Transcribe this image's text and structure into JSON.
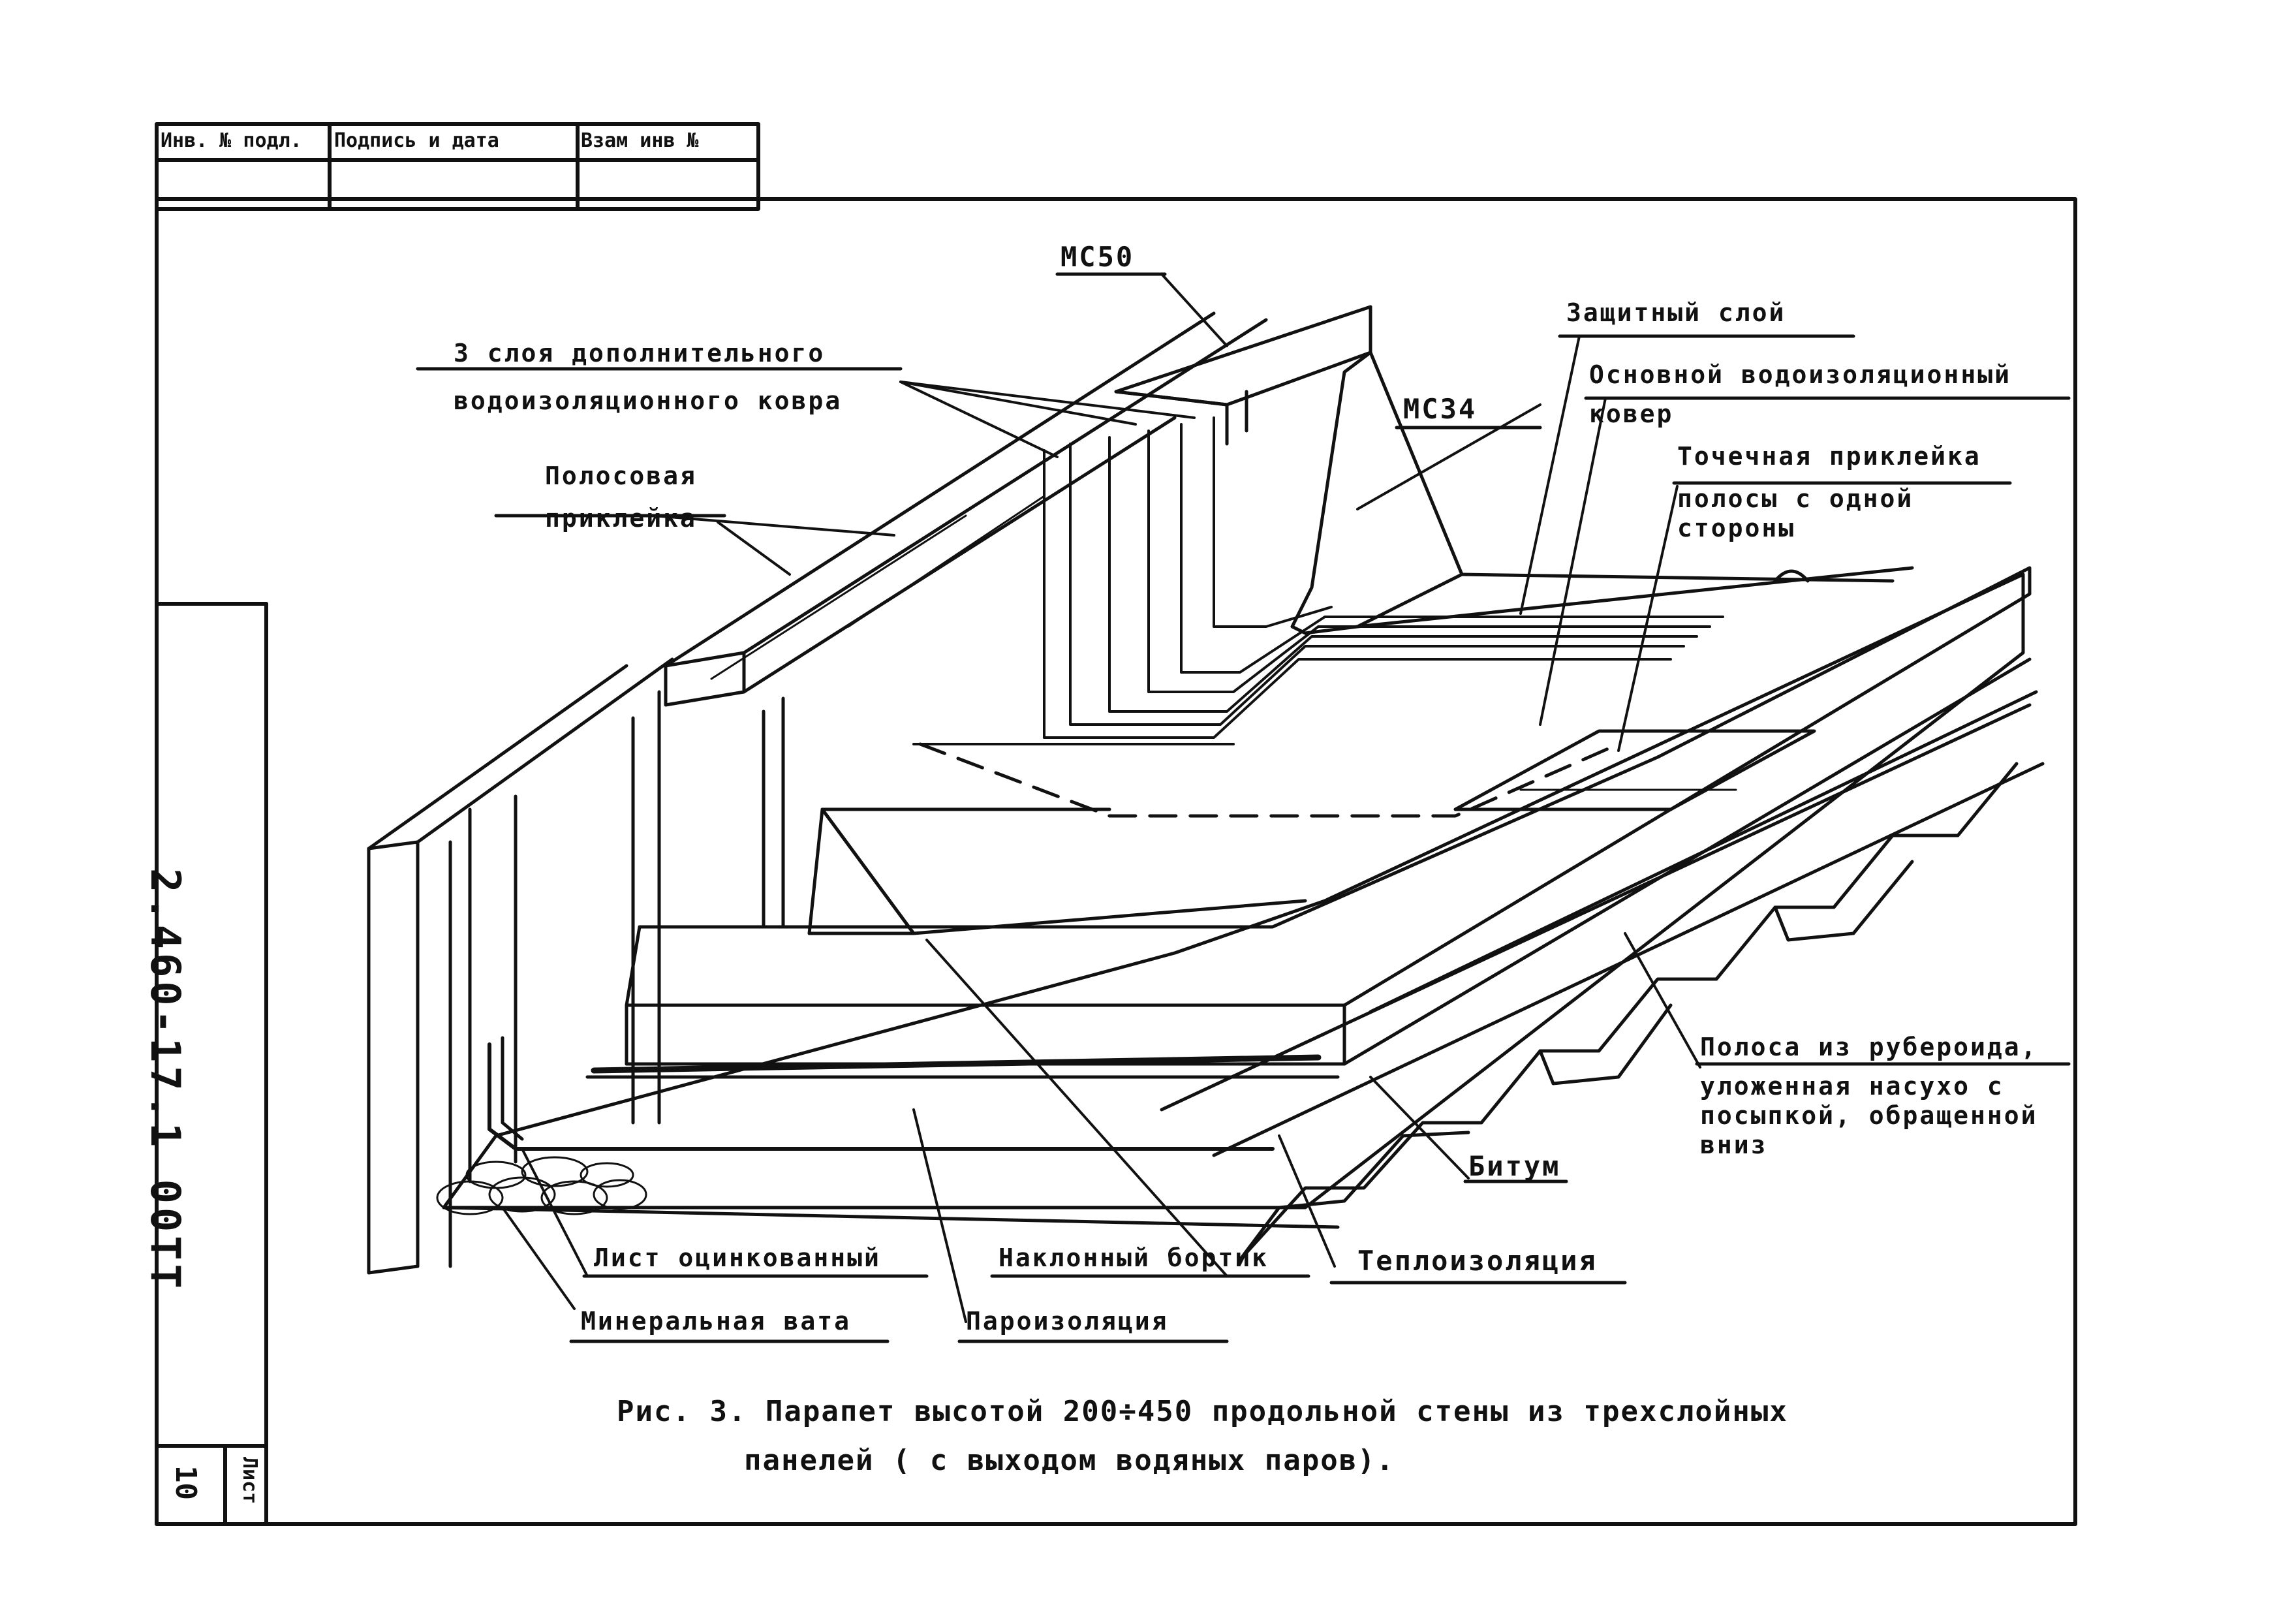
{
  "stamp": {
    "col1": "Инв. № подл.",
    "col2": "Подпись и дата",
    "col3": "Взам инв №"
  },
  "side_code": "2.460-17.1 00ТТ",
  "sheet_label": "Лист",
  "sheet_number": "10",
  "labels": {
    "mc50": "МС50",
    "layers3_line1": "3 слоя дополнительного",
    "layers3_line2": "водоизоляционного ковра",
    "strip_glue_line1": "Полосовая",
    "strip_glue_line2": "приклейка",
    "mc34": "МС34",
    "protective": "Защитный слой",
    "main_carpet_line1": "Основной водоизоляционный",
    "main_carpet_line2": "ковер",
    "point_glue": "Точечная приклейка",
    "point_glue_sub_line1": "полосы с одной",
    "point_glue_sub_line2": "стороны",
    "ruberoid_line1": "Полоса из рубероида,",
    "ruberoid_line2": "уложенная насухо с",
    "ruberoid_line3": "посыпкой, обращенной",
    "ruberoid_line4": "вниз",
    "bitum": "Битум",
    "galv_sheet": "Лист оцинкованный",
    "slope_edge": "Наклонный бортик",
    "insulation": "Теплоизоляция",
    "mineral_wool": "Минеральная вата",
    "vapor_barrier": "Пароизоляция"
  },
  "caption": {
    "line1": "Рис. 3. Парапет высотой 200÷450 продольной стены из трехслойных",
    "line2": "панелей ( с выходом водяных паров)."
  }
}
